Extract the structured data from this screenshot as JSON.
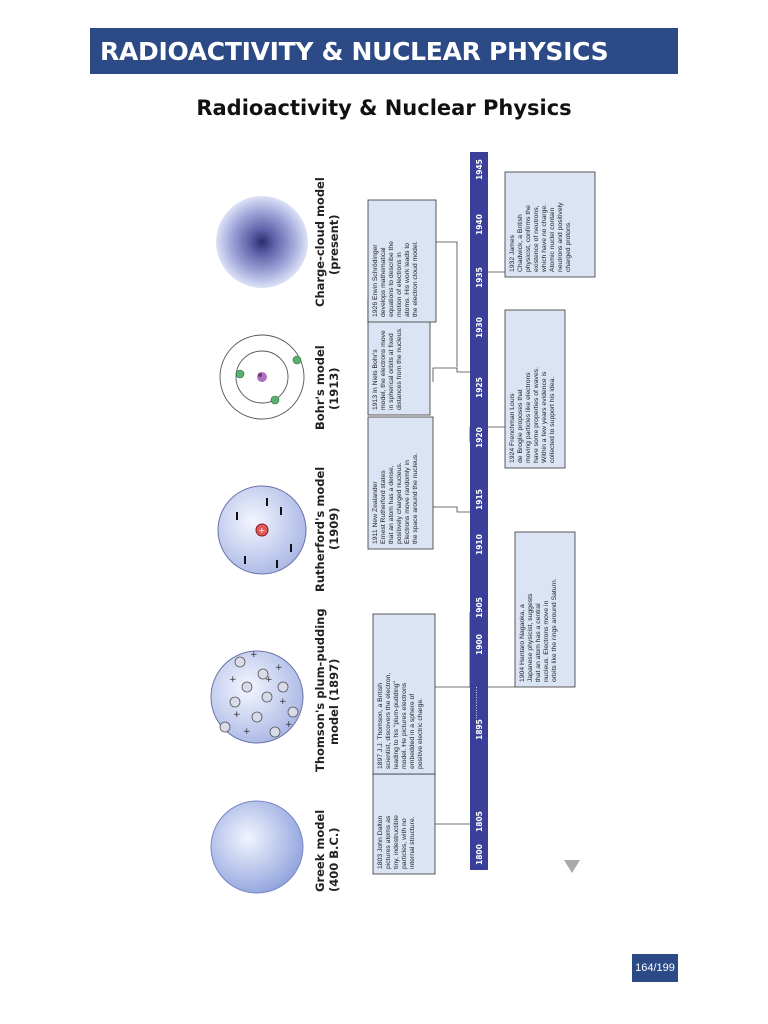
{
  "header": {
    "banner_title": "RADIOACTIVITY & NUCLEAR PHYSICS"
  },
  "page": {
    "subtitle": "Radioactivity & Nuclear Physics",
    "page_number": "164/199"
  },
  "timeline": {
    "years": [
      "1800",
      "1805",
      "1895",
      "1900",
      "1905",
      "1910",
      "1915",
      "1920",
      "1925",
      "1930",
      "1935",
      "1940",
      "1945"
    ],
    "models": [
      {
        "title_line1": "Greek model",
        "title_line2": "(400 B.C.)"
      },
      {
        "title_line1": "Thomson's plum-pudding",
        "title_line2": "model   (1897)"
      },
      {
        "title_line1": "Rutherford's model",
        "title_line2": "(1909)"
      },
      {
        "title_line1": "Bohr's model",
        "title_line2": "(1913)"
      },
      {
        "title_line1": "Charge-cloud model",
        "title_line2": "(present)"
      }
    ],
    "events": [
      {
        "year": "1803",
        "lines": [
          "1803 John Dalton",
          "pictures atoms as",
          "tiny, indestructible",
          "particles, with no",
          "internal structure."
        ]
      },
      {
        "year": "1897",
        "lines": [
          "1897 J.J. Thomson, a British",
          "scientist, discovers the electron,",
          "leading to his \"plum-pudding\"",
          "model. He pictures electrons",
          "embedded in a sphere of",
          "positive electric charge."
        ]
      },
      {
        "year": "1904",
        "lines": [
          "1904 Hantaro Nagaoka, a",
          "Japanese physicist, suggests",
          "that an atom has a central",
          "nucleus. Electrons move in",
          "orbits like the rings around Saturn."
        ]
      },
      {
        "year": "1911",
        "lines": [
          "1911 New Zealander",
          "Ernest Rutherford states",
          "that an atom has a dense,",
          "positively charged nucleus.",
          "Electrons move randomly in",
          "the space around the nucleus."
        ]
      },
      {
        "year": "1913",
        "lines": [
          "1913 In Niels Bohr's",
          "model, the electrons move",
          "in spherical orbits at fixed",
          "distances from the nucleus."
        ]
      },
      {
        "year": "1924",
        "lines": [
          "1924 Frenchman Louis",
          "de Broglie proposes that",
          "moving particles like electrons",
          "have some properties of waves.",
          "Within a few years evidence is",
          "collected to support his idea."
        ]
      },
      {
        "year": "1926",
        "lines": [
          "1926 Erwin Schrödinger",
          "develops mathematical",
          "equations to describe the",
          "motion of electrons in",
          "atoms. His work leads to",
          "the electron cloud model."
        ]
      },
      {
        "year": "1932",
        "lines": [
          "1932 James",
          "Chadwick, a British",
          "physicist, confirms the",
          "existence of neutrons,",
          "which have no charge.",
          "Atomic nuclei contain",
          "neutrons and positively",
          "charged protons."
        ]
      }
    ],
    "colors": {
      "axis": "#3a3f9a",
      "box_fill": "#dbe4f4",
      "banner": "#2b4a86"
    },
    "icons": [
      "greek-sphere-icon",
      "plum-pudding-atom-icon",
      "rutherford-atom-icon",
      "bohr-atom-icon",
      "charge-cloud-icon",
      "down-triangle-icon"
    ]
  }
}
